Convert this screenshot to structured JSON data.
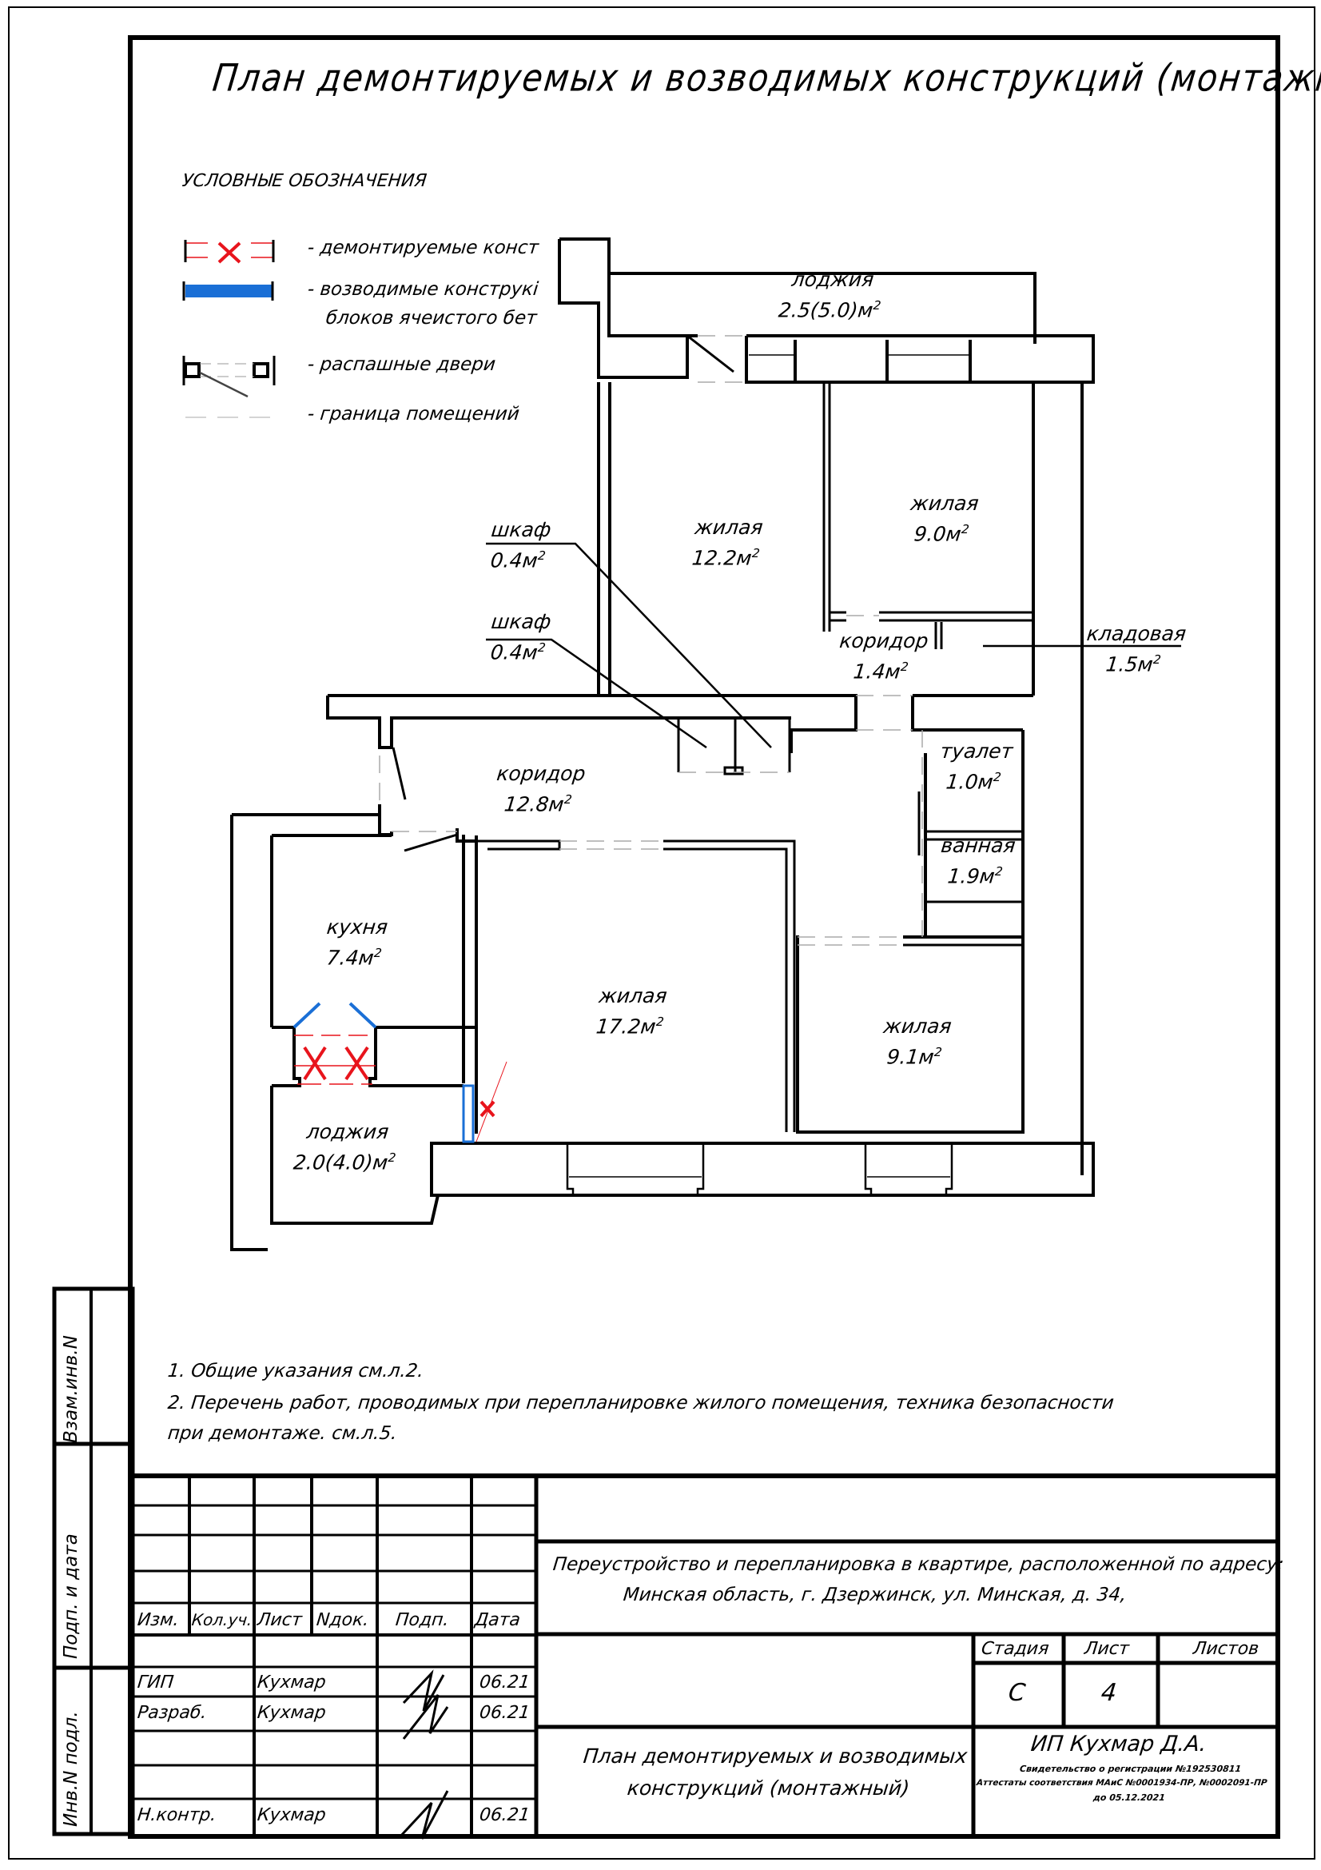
{
  "title": "План демонтируемых и возводимых конструкций (монтажный)",
  "legend": {
    "heading": "УСЛОВНЫЕ ОБОЗНАЧЕНИЯ",
    "items": [
      {
        "symbol": "demolished-wall-icon",
        "text": "- демонтируемые конст"
      },
      {
        "symbol": "new-wall-icon",
        "text": "- возводимые конструкі",
        "text2": "блоков ячеистого бет"
      },
      {
        "symbol": "swing-door-icon",
        "text": "- распашные двери"
      },
      {
        "symbol": "room-boundary-icon",
        "text": "- граница помещений"
      }
    ],
    "colors": {
      "demolish": "#e8141c",
      "new": "#1a6fd6"
    }
  },
  "rooms": [
    {
      "name": "лоджия",
      "area": "2.5(5.0)м"
    },
    {
      "name": "жилая",
      "area": "12.2м"
    },
    {
      "name": "жилая",
      "area": "9.0м"
    },
    {
      "name": "шкаф",
      "area": "0.4м"
    },
    {
      "name": "шкаф",
      "area": "0.4м"
    },
    {
      "name": "коридор",
      "area": "1.4м"
    },
    {
      "name": "кладовая",
      "area": "1.5м"
    },
    {
      "name": "туалет",
      "area": "1.0м"
    },
    {
      "name": "коридор",
      "area": "12.8м"
    },
    {
      "name": "ванная",
      "area": "1.9м"
    },
    {
      "name": "кухня",
      "area": "7.4м"
    },
    {
      "name": "жилая",
      "area": "17.2м"
    },
    {
      "name": "жилая",
      "area": "9.1м"
    },
    {
      "name": "лоджия",
      "area": "2.0(4.0)м"
    }
  ],
  "area_sup": "2",
  "notes": [
    "1. Общие указания см.л.2.",
    "2. Перечень работ, проводимых при перепланировке жилого помещения, техника безопасности",
    "при демонтаже. см.л.5."
  ],
  "side_stamps": [
    "Взам.инв.N",
    "Подп. и дата",
    "Инв.N подл."
  ],
  "title_block": {
    "headers": [
      "Изм.",
      "Кол.уч.",
      "Лист",
      "Nдок.",
      "Подп.",
      "Дата"
    ],
    "rows": [
      {
        "role": "ГИП",
        "name": "Кухмар",
        "date": "06.21"
      },
      {
        "role": "Разраб.",
        "name": "Кухмар",
        "date": "06.21"
      },
      {
        "role": "Н.контр.",
        "name": "Кухмар",
        "date": "06.21"
      }
    ],
    "project_line1": "Переустройство и перепланировка в квартире, расположенной по адресу:",
    "project_line2": "Минская область, г. Дзержинск, ул. Минская, д. 34,",
    "stage_label": "Стадия",
    "sheet_label": "Лист",
    "sheets_label": "Листов",
    "stage": "С",
    "sheet": "4",
    "sheets": "",
    "drawing_title1": "План демонтируемых и возводимых",
    "drawing_title2": "конструкций (монтажный)",
    "company": "ИП Кухмар Д.А.",
    "cert1": "Свидетельство о регистрации №192530811",
    "cert2": "Аттестаты соответствия МАиС №0001934-ПР, №0002091-ПР",
    "cert3": "до 05.12.2021"
  }
}
